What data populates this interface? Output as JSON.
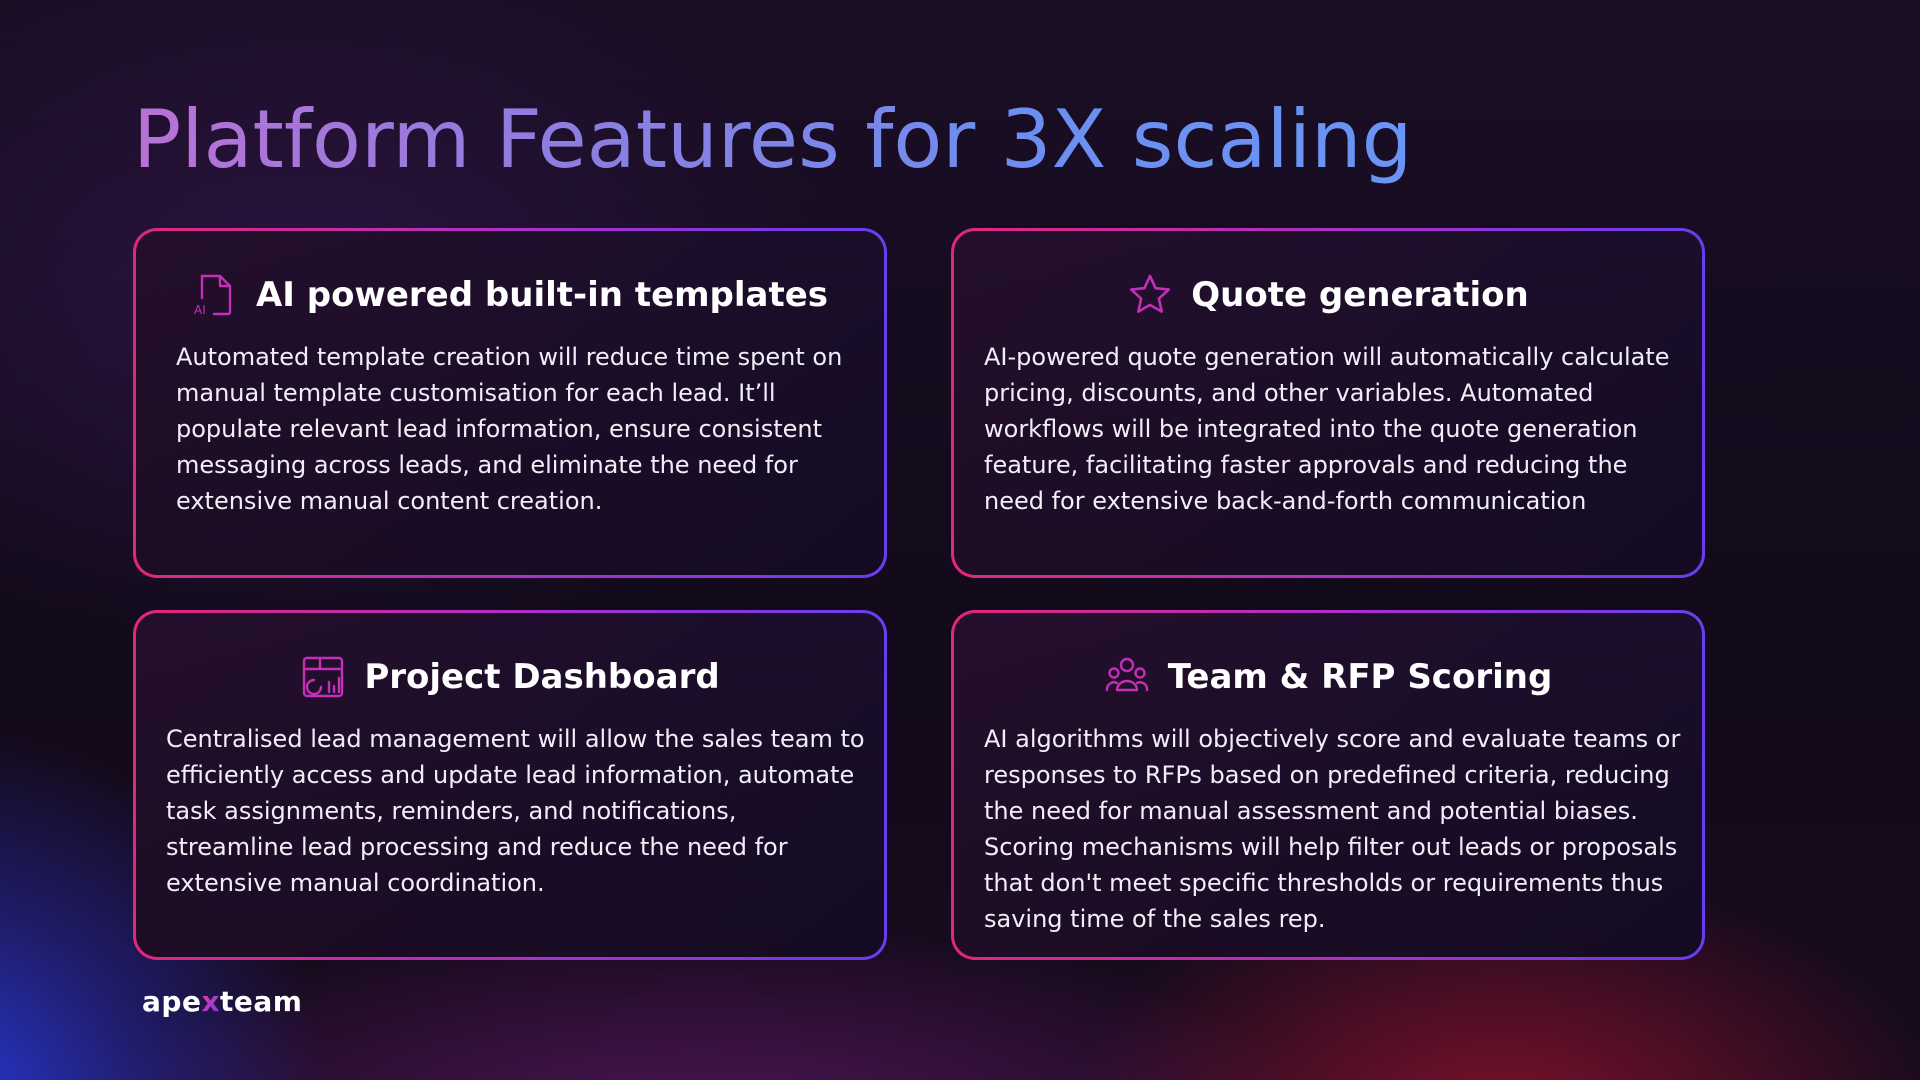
{
  "slide": {
    "title": "Platform Features for 3X scaling"
  },
  "colors": {
    "title_gradient_start": "#b872d6",
    "title_gradient_end": "#6a95f5",
    "card_border_start": "#e0287a",
    "card_border_end": "#6a3cf0",
    "icon_color": "#c42fb8"
  },
  "cards": [
    {
      "icon": "ai-document-icon",
      "title": "AI powered built-in templates",
      "body": "Automated template creation will reduce  time spent on manual template customisation for each lead. It’ll populate relevant lead information, ensure consistent messaging across leads, and eliminate the need for extensive manual content creation."
    },
    {
      "icon": "star-icon",
      "title": "Quote generation",
      "body": "AI-powered quote generation will automatically calculate pricing, discounts, and other variables. Automated workflows will be integrated into the quote generation feature, facilitating faster approvals and reducing the need for extensive back-and-forth communication"
    },
    {
      "icon": "dashboard-icon",
      "title": "Project Dashboard",
      "body": "Centralised lead management will allow the sales team to efficiently access and update lead information, automate task assignments, reminders, and notifications, streamline lead processing and reduce the need for extensive manual coordination."
    },
    {
      "icon": "team-icon",
      "title": "Team & RFP Scoring",
      "body": "AI algorithms will objectively score and evaluate teams or responses to RFPs based on predefined criteria, reducing the need for manual assessment and potential biases. Scoring mechanisms will help filter out leads or proposals that don't meet specific thresholds or requirements thus saving time of the sales rep."
    }
  ],
  "logo": {
    "part1": "ape",
    "part2": "x",
    "part3": "team"
  }
}
